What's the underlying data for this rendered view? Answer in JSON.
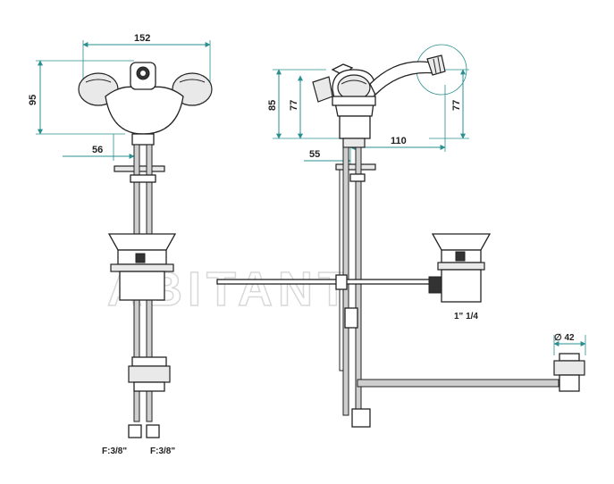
{
  "watermark": "ABITANT",
  "left_view": {
    "width_dim": "152",
    "height_dim": "95",
    "offset_dim": "56",
    "connection_left": "F:3/8\"",
    "connection_right": "F:3/8\""
  },
  "side_view": {
    "height_dim_outer": "85",
    "height_dim_inner": "77",
    "spout_height_dim": "77",
    "base_dim": "55",
    "reach_dim": "110"
  },
  "drain": {
    "thread_label": "1\" 1/4"
  },
  "trap": {
    "diameter_label": "∅ 42"
  },
  "colors": {
    "dimension_lines": "#2a8f8f",
    "outline": "#222222",
    "watermark": "#d8d8d8"
  }
}
